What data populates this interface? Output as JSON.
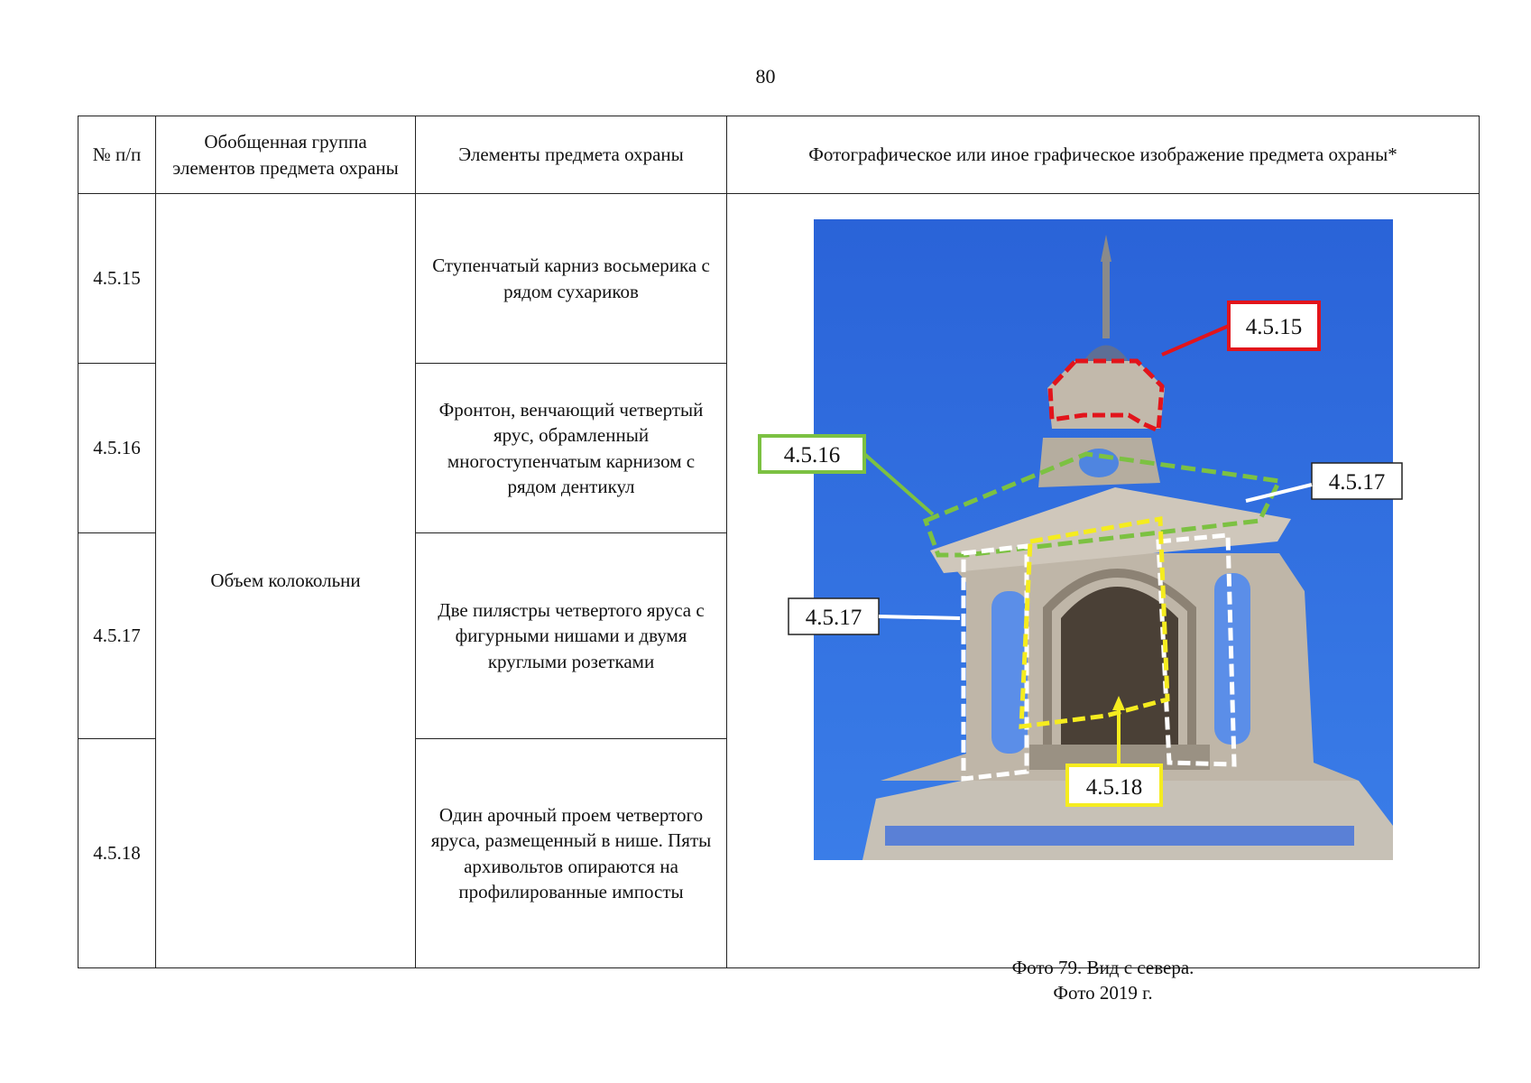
{
  "page_number": "80",
  "headers": {
    "col1": "№ п/п",
    "col2": "Обобщенная группа элементов предмета охраны",
    "col3": "Элементы предмета охраны",
    "col4": "Фотографическое или иное графическое изображение предмета охраны*"
  },
  "group": "Объем колокольни",
  "rows": [
    {
      "num": "4.5.15",
      "text": "Ступенчатый карниз восьмерика с рядом сухариков"
    },
    {
      "num": "4.5.16",
      "text": "Фронтон, венчающий четвертый ярус, обрамленный многоступенчатым карнизом с рядом дентикул"
    },
    {
      "num": "4.5.17",
      "text": "Две пилястры четвертого яруса с фигурными нишами и двумя круглыми розетками"
    },
    {
      "num": "4.5.18",
      "text": "Один арочный проем четвертого яруса, размещенный в нише. Пяты архивольтов опираются на профилированные импосты"
    }
  ],
  "photo": {
    "labels": {
      "l15": "4.5.15",
      "l16": "4.5.16",
      "l17a": "4.5.17",
      "l17b": "4.5.17",
      "l18": "4.5.18"
    },
    "colors": {
      "sky": "#2f6fe0",
      "red": "#e2141b",
      "green": "#7cc142",
      "white": "#ffffff",
      "yellow": "#f5ec1f"
    },
    "caption_line1": "Фото 79. Вид с севера.",
    "caption_line2": "Фото 2019 г."
  }
}
